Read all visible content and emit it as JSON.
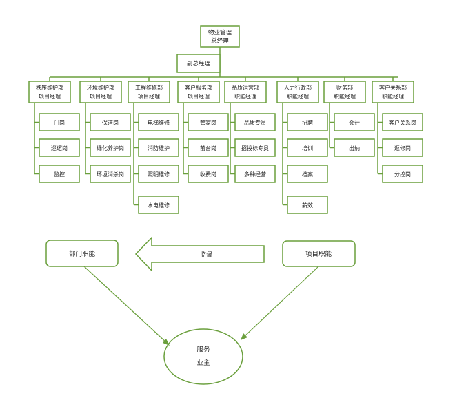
{
  "colors": {
    "stroke": "#6a9f3c",
    "fill": "#ffffff",
    "text": "#222222"
  },
  "root": {
    "line1": "物业管理",
    "line2": "总经理"
  },
  "deputy": {
    "label": "副总经理"
  },
  "departments": [
    {
      "line1": "秩序维护部",
      "line2": "项目经理",
      "items": [
        "门岗",
        "巡逻岗",
        "监控"
      ]
    },
    {
      "line1": "环境维护部",
      "line2": "项目经理",
      "items": [
        "保洁岗",
        "绿化养护岗",
        "环境消杀岗"
      ]
    },
    {
      "line1": "工程维修部",
      "line2": "项目经理",
      "items": [
        "电梯维修",
        "消防维护",
        "照明维修",
        "水电维修"
      ]
    },
    {
      "line1": "客户服务部",
      "line2": "项目经理",
      "items": [
        "管家岗",
        "前台岗",
        "收费岗"
      ]
    },
    {
      "line1": "品质运营部",
      "line2": "职能经理",
      "items": [
        "品质专员",
        "招投标专员",
        "多种经营"
      ]
    },
    {
      "line1": "人力行政部",
      "line2": "职能经理",
      "items": [
        "招聘",
        "培训",
        "档案",
        "薪效"
      ]
    },
    {
      "line1": "财务部",
      "line2": "职能经理",
      "items": [
        "会计",
        "出纳"
      ]
    },
    {
      "line1": "客户关系部",
      "line2": "职能经理",
      "items": [
        "客户关系岗",
        "返修岗",
        "分控岗"
      ]
    }
  ],
  "lower": {
    "left": "部门职能",
    "right": "项目职能",
    "arrow": "监督",
    "center_line1": "服务",
    "center_line2": "业主"
  }
}
